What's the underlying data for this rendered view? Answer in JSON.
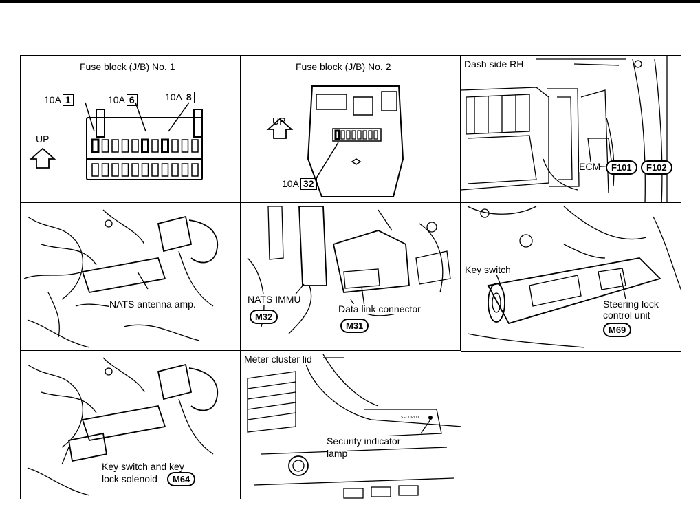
{
  "panels": {
    "fuse1": {
      "title": "Fuse block (J/B) No. 1",
      "up": "UP",
      "fuses": [
        {
          "amp": "10A",
          "num": "1"
        },
        {
          "amp": "10A",
          "num": "6"
        },
        {
          "amp": "10A",
          "num": "8"
        }
      ]
    },
    "fuse2": {
      "title": "Fuse block (J/B) No. 2",
      "up": "UP",
      "fuse": {
        "amp": "10A",
        "num": "32"
      }
    },
    "dash": {
      "title": "Dash side RH",
      "ecm": "ECM",
      "connectors": [
        "F101",
        "F102"
      ]
    },
    "nats_amp": {
      "label": "NATS antenna amp."
    },
    "immu": {
      "immu_label": "NATS IMMU",
      "immu_conn": "M32",
      "dlc_label": "Data link connector",
      "dlc_conn": "M31"
    },
    "keysw": {
      "key_label": "Key switch",
      "steer_label_1": "Steering lock",
      "steer_label_2": "control unit",
      "conn": "M69"
    },
    "keylock": {
      "label_1": "Key switch and key",
      "label_2": "lock solenoid",
      "conn": "M64"
    },
    "meter": {
      "title": "Meter cluster lid",
      "sec_label_1": "Security indicator",
      "sec_label_2": "lamp",
      "security_text": "SECURITY"
    }
  }
}
